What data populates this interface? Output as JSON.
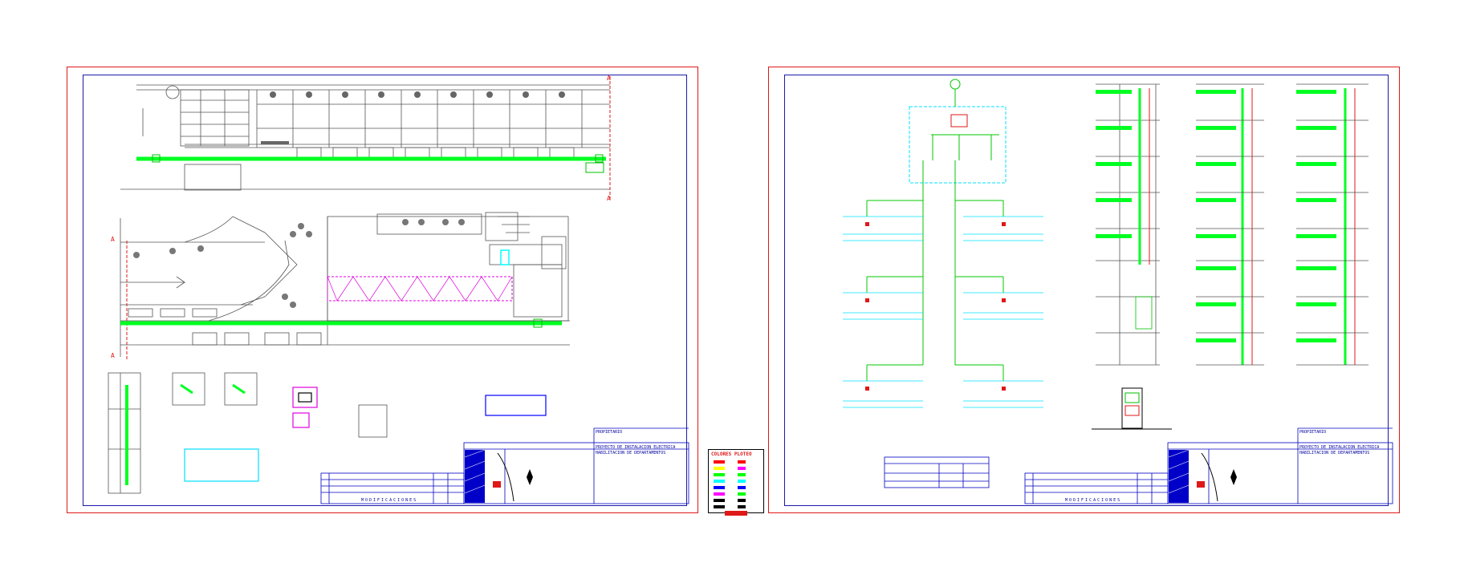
{
  "legend": {
    "title": "COLORES PLOTEO",
    "swatches": [
      "#ff0000",
      "#ffff00",
      "#00ff00",
      "#00ffff",
      "#0000ff",
      "#ff00ff",
      "#000000",
      "#000000"
    ],
    "secondary": [
      "#ff0000",
      "#ff00ff",
      "#00ff00",
      "#00ffff",
      "#0000ff",
      "#00ff00",
      "#000000",
      "#000000"
    ]
  },
  "sheet1": {
    "title_block": {
      "header": "MODIFICACIONES",
      "project_lines": [
        "PROYECTO DE INSTALACION ELECTRICA",
        "HABILITACION DE DEPARTAMENTOS"
      ],
      "owner": "PROPIETARIO"
    }
  },
  "sheet2": {
    "title_block": {
      "header": "MODIFICACIONES",
      "project_lines": [
        "PROYECTO DE INSTALACION ELECTRICA",
        "HABILITACION DE DEPARTAMENTOS"
      ],
      "owner": "PROPIETARIO"
    }
  },
  "colors": {
    "border": "#e01818",
    "frame": "#1a1aa8",
    "electric_green": "#00ff22",
    "annotation_cyan": "#00e0ff",
    "magenta": "#e000e0"
  }
}
